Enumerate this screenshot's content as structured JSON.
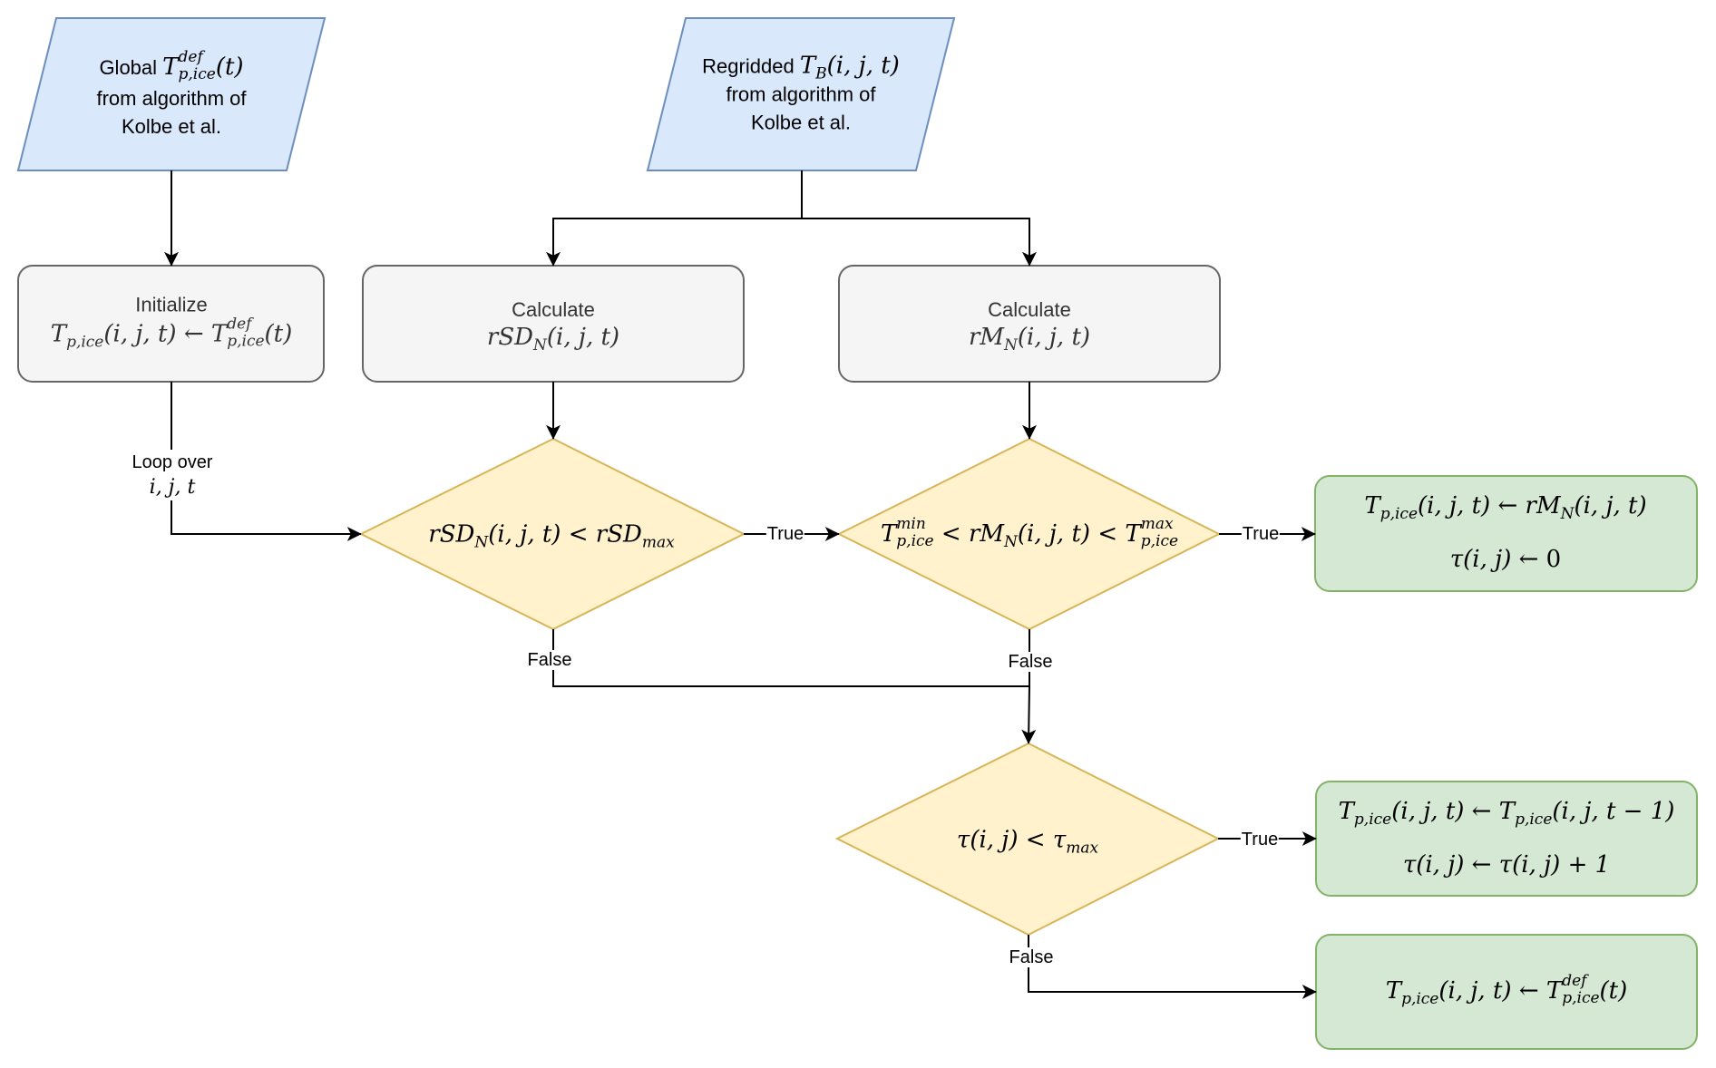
{
  "colors": {
    "input_fill": "#dae8fc",
    "input_stroke": "#6c8ebf",
    "process_fill": "#f5f5f5",
    "process_stroke": "#666666",
    "decision_fill": "#fff2cc",
    "decision_stroke": "#d6b656",
    "output_fill": "#d5e8d4",
    "output_stroke": "#82b366",
    "edge": "#000000"
  },
  "inputs": {
    "global": {
      "prefix": "Global",
      "sym": "T",
      "sup": "def",
      "sub": "p,ice",
      "arg": "(t)",
      "line2": "from algorithm of",
      "line3": "Kolbe et al."
    },
    "regridded": {
      "prefix": "Regridded",
      "sym": "T",
      "sub": "B",
      "arg": "(i, j, t)",
      "line2": "from algorithm of",
      "line3": "Kolbe et al."
    }
  },
  "processes": {
    "initialize": {
      "title": "Initialize",
      "lhs_sym": "T",
      "lhs_sub": "p,ice",
      "lhs_arg": "(i, j, t)",
      "arrow": "←",
      "rhs_sym": "T",
      "rhs_sup": "def",
      "rhs_sub": "p,ice",
      "rhs_arg": "(t)"
    },
    "calc_rsd": {
      "title": "Calculate",
      "sym": "rSD",
      "sub": "N",
      "arg": "(i, j, t)"
    },
    "calc_rm": {
      "title": "Calculate",
      "sym": "rM",
      "sub": "N",
      "arg": "(i, j, t)"
    }
  },
  "decisions": {
    "rsd_check": {
      "sym": "rSD",
      "sub": "N",
      "arg": "(i, j, t)",
      "op": "<",
      "rhs_sym": "rSD",
      "rhs_sub": "max"
    },
    "rm_check": {
      "l_sym": "T",
      "l_sup": "min",
      "l_sub": "p,ice",
      "op1": "<",
      "m_sym": "rM",
      "m_sub": "N",
      "m_arg": "(i, j, t)",
      "op2": "<",
      "r_sym": "T",
      "r_sup": "max",
      "r_sub": "p,ice"
    },
    "tau_check": {
      "sym": "τ",
      "arg": "(i, j)",
      "op": "<",
      "rhs_sym": "τ",
      "rhs_sub": "max"
    }
  },
  "outputs": {
    "accept": {
      "line1": {
        "lhs_sym": "T",
        "lhs_sub": "p,ice",
        "lhs_arg": "(i, j, t)",
        "arrow": "←",
        "rhs_sym": "rM",
        "rhs_sub": "N",
        "rhs_arg": "(i, j, t)"
      },
      "line2": {
        "lhs": "τ(i, j)",
        "arrow": "←",
        "rhs": "0"
      }
    },
    "persist": {
      "line1": {
        "lhs_sym": "T",
        "lhs_sub": "p,ice",
        "lhs_arg": "(i, j, t)",
        "arrow": "←",
        "rhs_sym": "T",
        "rhs_sub": "p,ice",
        "rhs_arg": "(i, j, t − 1)"
      },
      "line2": {
        "lhs": "τ(i, j)",
        "arrow": "←",
        "rhs": "τ(i, j) + 1"
      }
    },
    "default": {
      "line1": {
        "lhs_sym": "T",
        "lhs_sub": "p,ice",
        "lhs_arg": "(i, j, t)",
        "arrow": "←",
        "rhs_sym": "T",
        "rhs_sup": "def",
        "rhs_sub": "p,ice",
        "rhs_arg": "(t)"
      }
    }
  },
  "edges": {
    "loop_label_text": "Loop over",
    "loop_label_math": "i, j, t",
    "true_label": "True",
    "false_label": "False"
  }
}
